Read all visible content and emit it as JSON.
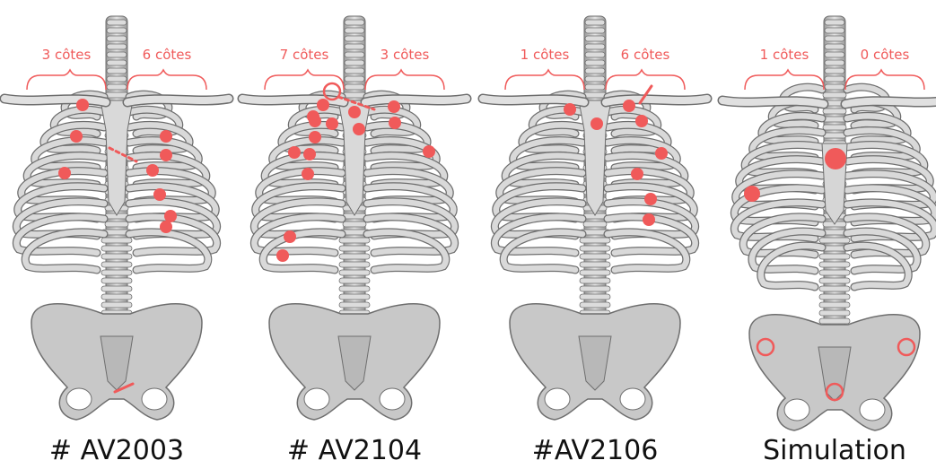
{
  "colors": {
    "marker": "#f05a5a",
    "bone_fill": "#cfcfcf",
    "bone_stroke": "#6e6e6e",
    "bone_dark": "#8a8a8a",
    "caption": "#111111"
  },
  "panels": [
    {
      "caption": "# AV2003",
      "left_label": "3 côtes",
      "right_label": "6 côtes",
      "markers": [
        "fracture-dot",
        "fracture-dot",
        "fracture-dot",
        "fracture-dot",
        "fracture-dot",
        "fracture-dot",
        "fracture-dot",
        "fracture-dot",
        "fracture-dot"
      ],
      "style": "skeleton"
    },
    {
      "caption": "# AV2104",
      "left_label": "7 côtes",
      "right_label": "3 côtes",
      "markers": [
        "fracture-dot",
        "fracture-dot",
        "fracture-dot",
        "fracture-dot",
        "fracture-dot",
        "fracture-dot",
        "fracture-dot",
        "fracture-dot",
        "fracture-dot",
        "fracture-dot",
        "fracture-dot",
        "fracture-dot",
        "fracture-dot",
        "fracture-dot",
        "fracture-dot"
      ],
      "style": "skeleton"
    },
    {
      "caption": "#AV2106",
      "left_label": "1 côtes",
      "right_label": "6 côtes",
      "markers": [
        "fracture-dot",
        "fracture-dot",
        "fracture-dot",
        "fracture-dot",
        "fracture-dot",
        "fracture-dot",
        "fracture-dot",
        "fracture-dot"
      ],
      "style": "skeleton"
    },
    {
      "caption": "Simulation",
      "left_label": "1 côtes",
      "right_label": "0 côtes",
      "markers": [
        "fracture-dot",
        "fracture-dot"
      ],
      "rings": [
        "contact-ring",
        "contact-ring",
        "contact-ring"
      ],
      "style": "model"
    }
  ]
}
